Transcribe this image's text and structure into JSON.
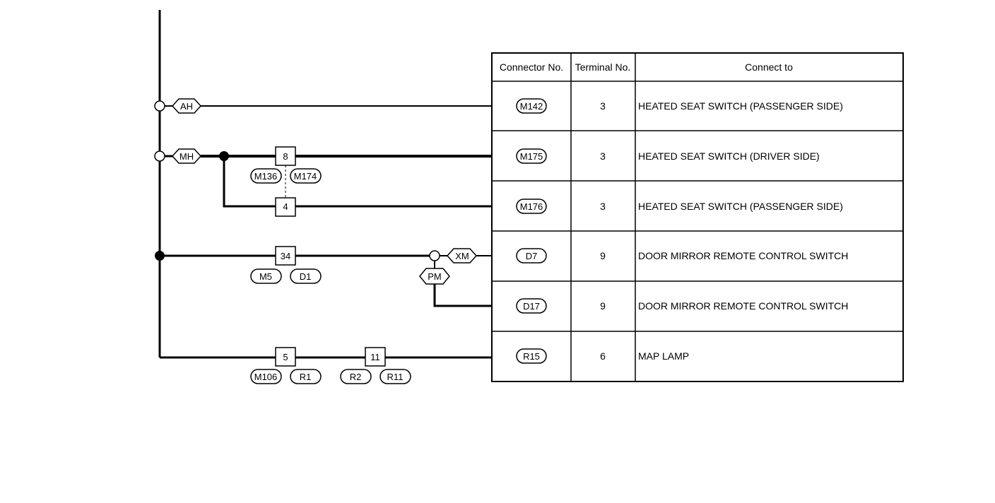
{
  "table": {
    "headers": [
      "Connector No.",
      "Terminal No.",
      "Connect to"
    ],
    "rows": [
      {
        "connector": "M142",
        "terminal": "3",
        "connect_to": "HEATED SEAT SWITCH (PASSENGER SIDE)"
      },
      {
        "connector": "M175",
        "terminal": "3",
        "connect_to": "HEATED SEAT SWITCH (DRIVER SIDE)"
      },
      {
        "connector": "M176",
        "terminal": "3",
        "connect_to": "HEATED SEAT SWITCH (PASSENGER SIDE)"
      },
      {
        "connector": "D7",
        "terminal": "9",
        "connect_to": "DOOR MIRROR REMOTE CONTROL SWITCH"
      },
      {
        "connector": "D17",
        "terminal": "9",
        "connect_to": "DOOR MIRROR REMOTE CONTROL SWITCH"
      },
      {
        "connector": "R15",
        "terminal": "6",
        "connect_to": "MAP LAMP"
      }
    ]
  },
  "tags": {
    "ah": "AH",
    "mh": "MH",
    "xm": "XM",
    "pm": "PM"
  },
  "junctions": {
    "j8": "8",
    "j4": "4",
    "j34": "34",
    "j5": "5",
    "j11": "11"
  },
  "connectors": {
    "m136": "M136",
    "m174": "M174",
    "m5": "M5",
    "d1": "D1",
    "m106": "M106",
    "r1": "R1",
    "r2": "R2",
    "r11": "R11"
  }
}
